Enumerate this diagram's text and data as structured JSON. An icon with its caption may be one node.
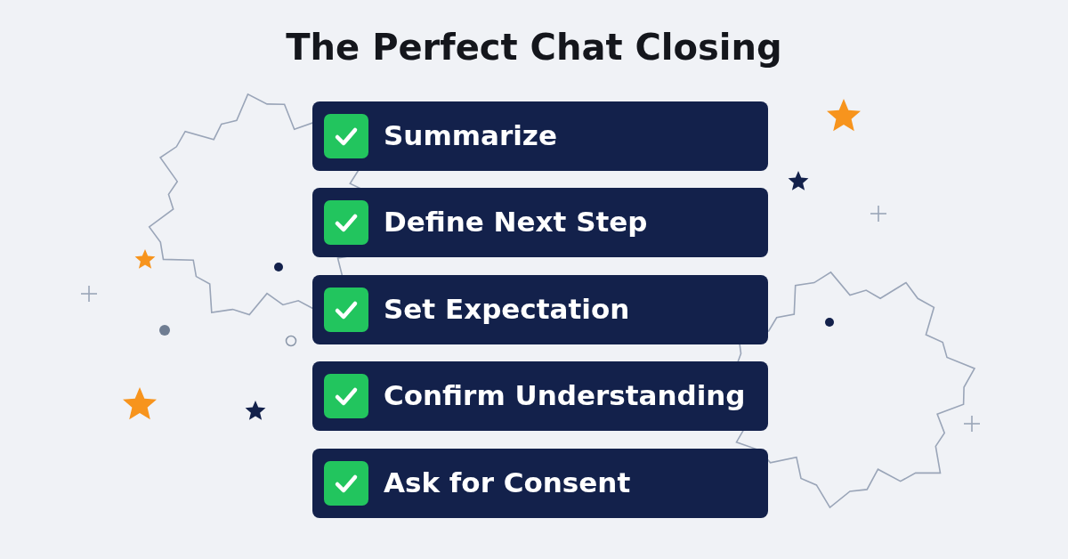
{
  "diagram": {
    "title": "The Perfect Chat Closing",
    "nodes": [
      {
        "text": [
          "Summarize"
        ]
      },
      {
        "text": [
          "Define Next Step"
        ]
      },
      {
        "text": [
          "Set Expectation"
        ]
      },
      {
        "text": [
          "Confirm Understanding"
        ]
      },
      {
        "text": [
          "Ask for Consent"
        ]
      }
    ]
  }
}
